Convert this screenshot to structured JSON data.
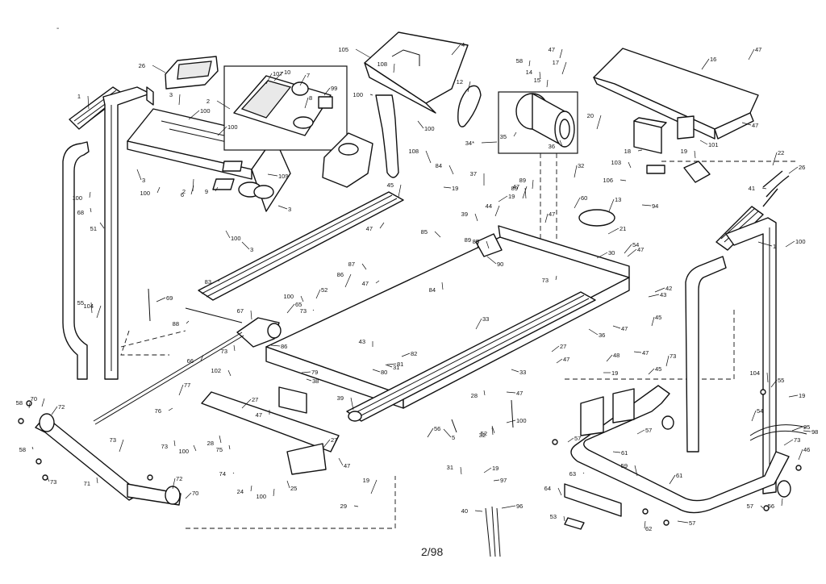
{
  "page": {
    "page_label": "2/98",
    "corner_mark": "-"
  },
  "part_numbers": [
    "1",
    "2",
    "3",
    "4",
    "5",
    "6",
    "7",
    "8",
    "9",
    "10",
    "12",
    "13",
    "14",
    "15",
    "16",
    "17",
    "18",
    "19",
    "20",
    "21",
    "22",
    "24",
    "25",
    "26",
    "27",
    "28",
    "29",
    "30",
    "31",
    "32",
    "33",
    "34",
    "35",
    "36",
    "37",
    "38",
    "39",
    "40",
    "41",
    "42",
    "43",
    "44",
    "45",
    "46",
    "47",
    "48",
    "51",
    "52",
    "53",
    "54",
    "55",
    "56",
    "57",
    "58",
    "59",
    "60",
    "61",
    "62",
    "63",
    "64",
    "65",
    "66",
    "67",
    "68",
    "69",
    "70",
    "71",
    "72",
    "73",
    "74",
    "75",
    "76",
    "77",
    "78",
    "79",
    "80",
    "81",
    "82",
    "83",
    "84",
    "85",
    "86",
    "87",
    "88",
    "89",
    "90",
    "94",
    "96",
    "97",
    "98",
    "99",
    "100",
    "101",
    "102",
    "103",
    "104",
    "105",
    "106",
    "107",
    "108",
    "109",
    "34*"
  ]
}
